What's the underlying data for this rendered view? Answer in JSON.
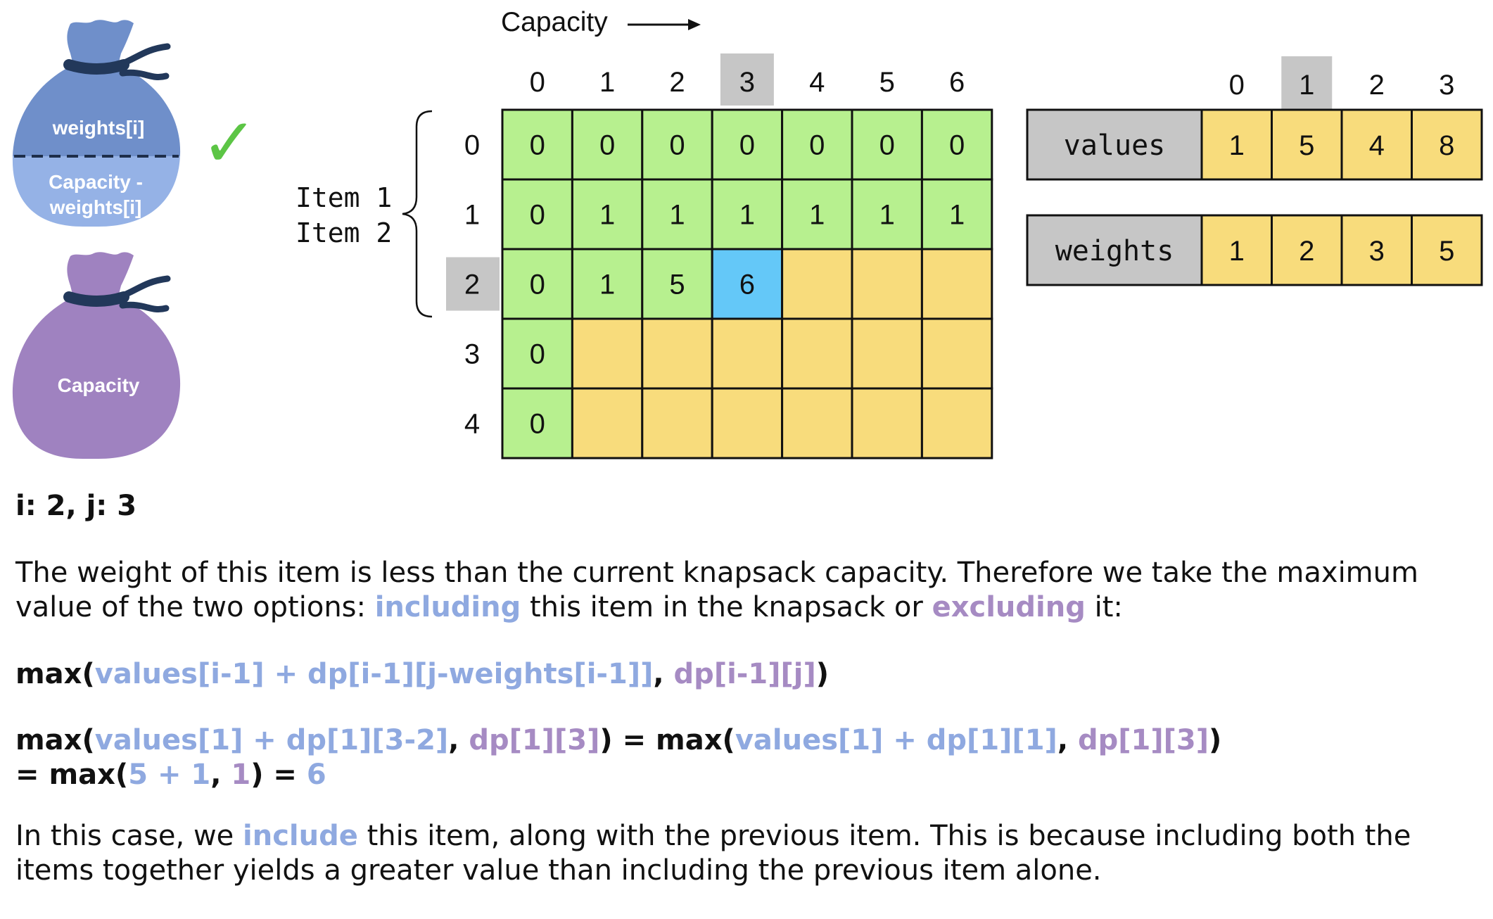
{
  "capacity_label": "Capacity",
  "row_labels": [
    "0",
    "1",
    "2",
    "3",
    "4"
  ],
  "col_labels": [
    "0",
    "1",
    "2",
    "3",
    "4",
    "5",
    "6"
  ],
  "highlight": {
    "row": 2,
    "col": 3,
    "array_index": 1
  },
  "items_brace": [
    "Item 1",
    "Item 2"
  ],
  "dp_table": [
    [
      "0",
      "0",
      "0",
      "0",
      "0",
      "0",
      "0"
    ],
    [
      "0",
      "1",
      "1",
      "1",
      "1",
      "1",
      "1"
    ],
    [
      "0",
      "1",
      "5",
      "6",
      "",
      "",
      ""
    ],
    [
      "0",
      "",
      "",
      "",
      "",
      "",
      ""
    ],
    [
      "0",
      "",
      "",
      "",
      "",
      "",
      ""
    ]
  ],
  "cell_states": [
    [
      "g",
      "g",
      "g",
      "g",
      "g",
      "g",
      "g"
    ],
    [
      "g",
      "g",
      "g",
      "g",
      "g",
      "g",
      "g"
    ],
    [
      "g",
      "g",
      "g",
      "b",
      "y",
      "y",
      "y"
    ],
    [
      "g",
      "y",
      "y",
      "y",
      "y",
      "y",
      "y"
    ],
    [
      "g",
      "y",
      "y",
      "y",
      "y",
      "y",
      "y"
    ]
  ],
  "arrays": {
    "index_labels": [
      "0",
      "1",
      "2",
      "3"
    ],
    "values_label": "values",
    "values": [
      "1",
      "5",
      "4",
      "8"
    ],
    "weights_label": "weights",
    "weights": [
      "1",
      "2",
      "3",
      "5"
    ]
  },
  "bags": {
    "top_upper_label": "weights[i]",
    "top_lower_label_line1": "Capacity -",
    "top_lower_label_line2": "weights[i]",
    "bottom_label": "Capacity",
    "check": "✓"
  },
  "colors": {
    "green": "#b7f08f",
    "yellow": "#f8dc7c",
    "blue": "#64c8f8",
    "gray": "#c6c6c6",
    "bag_blue": "#6f8fca",
    "bag_blue_light": "#95b2e6",
    "bag_purple": "#9f82c0",
    "bag_tie": "#22385a",
    "check_green": "#5cc545",
    "text_blue": "#8fa9e0",
    "text_purple": "#a68bc3"
  },
  "text": {
    "ij": "i: 2, j: 3",
    "p1_a": "The weight of this item is less than the current knapsack capacity. Therefore we take the maximum",
    "p1_b": "value of the two options: ",
    "p1_including": "including",
    "p1_c": " this item in the knapsack or ",
    "p1_excluding": "excluding",
    "p1_d": " it:",
    "f1_max": "max(",
    "f1_incl": "values[i-1] + dp[i-1][j-weights[i-1]]",
    "f1_comma": ", ",
    "f1_excl": "dp[i-1][j]",
    "f1_close": ")",
    "f2_max1": "max(",
    "f2_incl1": "values[1] + dp[1][3-2]",
    "f2_comma1": ", ",
    "f2_excl1": "dp[1][3]",
    "f2_mid": ") = max(",
    "f2_incl2": "values[1] + dp[1][1]",
    "f2_comma2": ", ",
    "f2_excl2": "dp[1][3]",
    "f2_close": ")",
    "f3_eq": "= max(",
    "f3_incl": "5 + 1",
    "f3_comma": ", ",
    "f3_excl": "1",
    "f3_close": ") = ",
    "f3_result": "6",
    "p2_a": "In this case, we ",
    "p2_include": "include",
    "p2_b": " this item, along with the previous item. This is because including both the",
    "p2_c": "items together yields a greater value than including the previous item alone."
  }
}
